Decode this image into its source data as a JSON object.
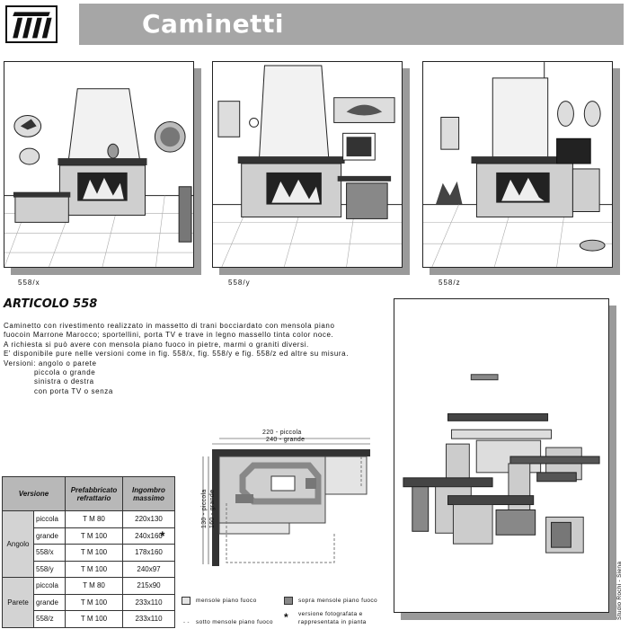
{
  "header": {
    "title": "Caminetti"
  },
  "logo": {
    "icon": "brand-logo-icon"
  },
  "panels": [
    {
      "caption": "558/x"
    },
    {
      "caption": "558/y"
    },
    {
      "caption": "558/z"
    }
  ],
  "article": {
    "title": "ARTICOLO 558",
    "lines": [
      "Caminetto con rivestimento realizzato in massetto di trani bocciardato con mensola piano",
      "fuocoin Marrone Marocco; sportellini, porta TV e trave in legno massello tinta color noce.",
      "A richiesta si può avere con mensola piano fuoco in pietre, marmi o graniti diversi.",
      "E' disponibile pure nelle versioni come in fig. 558/x, fig. 558/y e fig. 558/z ed altre su misura.",
      "Versioni: angolo o parete"
    ],
    "sub_lines": [
      "piccola o grande",
      "sinistra o destra",
      "con porta TV o senza"
    ]
  },
  "table": {
    "headers": [
      "Versione",
      "Prefabbricato refrattario",
      "Ingombro massimo"
    ],
    "groups": [
      {
        "name": "Angolo",
        "rows": [
          {
            "variant": "piccola",
            "pref": "T M 80",
            "ing": "220x130"
          },
          {
            "variant": "grande",
            "pref": "T M 100",
            "ing": "240x160"
          },
          {
            "variant": "558/x",
            "pref": "T M 100",
            "ing": "178x160"
          },
          {
            "variant": "558/y",
            "pref": "T M 100",
            "ing": "240x97"
          }
        ]
      },
      {
        "name": "Parete",
        "rows": [
          {
            "variant": "piccola",
            "pref": "T M 80",
            "ing": "215x90"
          },
          {
            "variant": "grande",
            "pref": "T M 100",
            "ing": "233x110"
          },
          {
            "variant": "558/z",
            "pref": "T M 100",
            "ing": "233x110"
          }
        ]
      }
    ],
    "star": "*"
  },
  "plan": {
    "top_label_1": "220 - piccola",
    "top_label_2": "240 - grande",
    "side_label_1": "130 - piccola",
    "side_label_2": "160 - grande"
  },
  "legend": {
    "item1": "mensole piano fuoco",
    "item2": "sopra mensole piano fuoco",
    "item3": "sotto mensole piano fuoco",
    "star": "*",
    "item4_line1": "versione fotografata e",
    "item4_line2": "rappresentata in pianta"
  },
  "credit": "Studio Rochi - Siena",
  "colors": {
    "title_bar": "#a6a6a6",
    "shadow": "#9a9a9a",
    "table_header": "#b8b8b8"
  }
}
